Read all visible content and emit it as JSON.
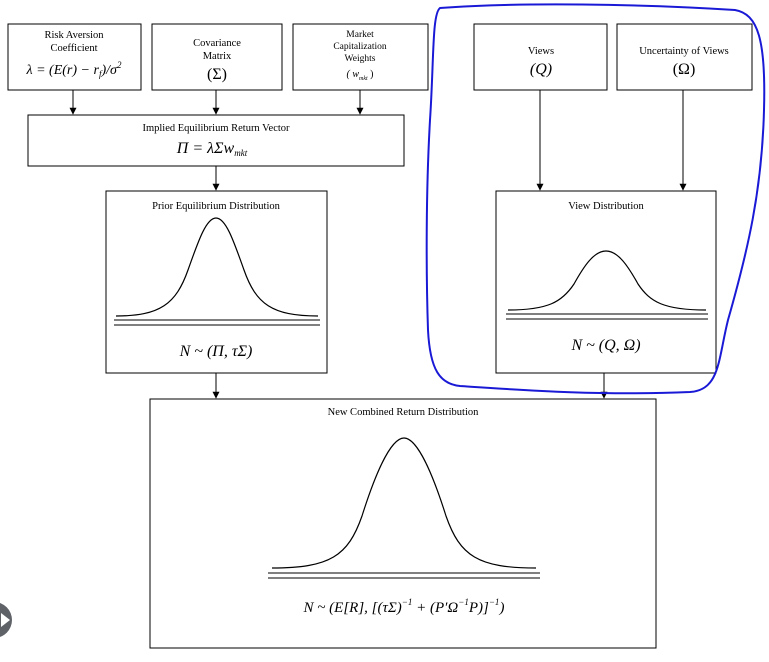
{
  "nodes": {
    "risk_aversion": {
      "label_line1": "Risk Aversion",
      "label_line2": "Coefficient",
      "formula": "λ = (E(r) − r",
      "formula_sub": "f",
      "formula_tail": ")/σ",
      "formula_sup": "2"
    },
    "covariance": {
      "label_line1": "Covariance",
      "label_line2": "Matrix",
      "symbol": "(Σ)"
    },
    "market_cap": {
      "label_line1": "Market",
      "label_line2": "Capitalization",
      "label_line3": "Weights",
      "symbol": "( w",
      "symbol_sub": "mkt",
      "symbol_tail": " )"
    },
    "implied_return": {
      "label": "Implied Equilibrium Return Vector",
      "formula": "Π = λΣw",
      "formula_sub": "mkt"
    },
    "prior": {
      "label": "Prior Equilibrium Distribution",
      "formula": "N ~ (Π, τΣ)"
    },
    "views": {
      "label": "Views",
      "symbol": "(Q)"
    },
    "uncertainty": {
      "label": "Uncertainty of Views",
      "symbol": "(Ω)"
    },
    "view_dist": {
      "label": "View Distribution",
      "formula": "N ~ (Q, Ω)"
    },
    "combined": {
      "label": "New Combined Return Distribution",
      "formula_a": "N ~ (E[R], [(τΣ)",
      "formula_sup1": "−1",
      "formula_b": " + (P′Ω",
      "formula_sup2": "−1",
      "formula_c": "P)]",
      "formula_sup3": "−1",
      "formula_d": ")"
    }
  },
  "edges": [
    {
      "from": "risk_aversion",
      "to": "implied_return"
    },
    {
      "from": "covariance",
      "to": "implied_return"
    },
    {
      "from": "market_cap",
      "to": "implied_return"
    },
    {
      "from": "implied_return",
      "to": "prior"
    },
    {
      "from": "views",
      "to": "view_dist"
    },
    {
      "from": "uncertainty",
      "to": "view_dist"
    },
    {
      "from": "prior",
      "to": "combined"
    },
    {
      "from": "view_dist",
      "to": "combined"
    }
  ],
  "colors": {
    "highlight": "#1a1ad6",
    "line": "#000000"
  },
  "icons": {
    "corner": "play-icon"
  }
}
